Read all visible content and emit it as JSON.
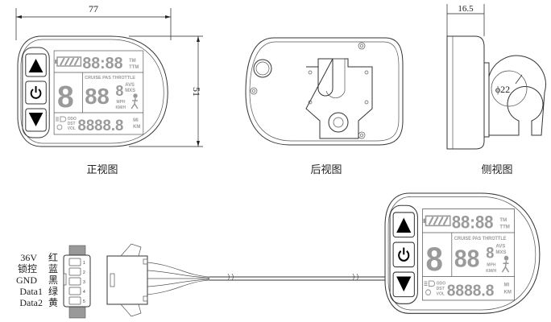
{
  "dimensions": {
    "width": "77",
    "height": "51",
    "depth": "16.5",
    "clamp_diameter": "ϕ22"
  },
  "views": {
    "front": "正视图",
    "rear": "后视图",
    "side": "侧视图"
  },
  "display": {
    "clock": "88:88",
    "tm": "TM",
    "ttm": "TTM",
    "modes": "CRUISE PAS THROTTLE",
    "level_digit": "8",
    "speed": "88",
    "speed_dec": "8",
    "avs": "AVS",
    "mxs": "MXS",
    "mph": "MPH",
    "kmh": "KM/H",
    "odo": "ODO",
    "dst": "DST",
    "vol": "VOL",
    "distance": "8888.8",
    "mi": "MI",
    "km": "KM"
  },
  "wiring": [
    {
      "signal": "36V",
      "color": "红",
      "pin": "1"
    },
    {
      "signal": "锁控",
      "color": "蓝",
      "pin": "2"
    },
    {
      "signal": "GND",
      "color": "黑",
      "pin": "3"
    },
    {
      "signal": "Data1",
      "color": "绿",
      "pin": "4"
    },
    {
      "signal": "Data2",
      "color": "黄",
      "pin": "5"
    }
  ],
  "icons": [
    "up-arrow-icon",
    "power-icon",
    "down-arrow-icon",
    "battery-icon",
    "walk-assist-icon",
    "headlight-icon"
  ]
}
